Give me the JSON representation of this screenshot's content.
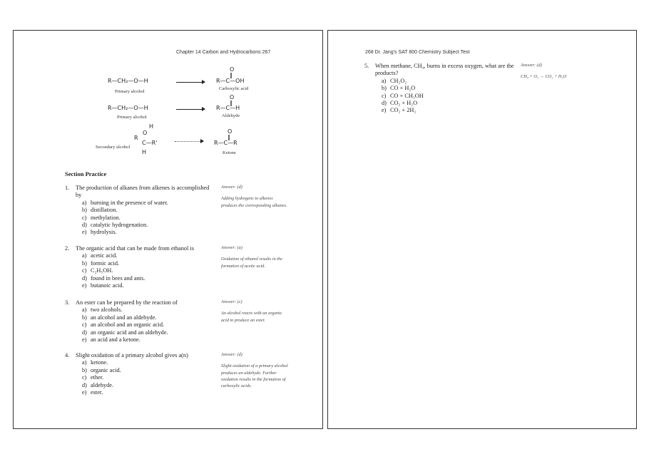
{
  "left_page": {
    "header": "Chapter 14   Carbon and Hydrocarbons          267",
    "reactions": [
      {
        "reactant": "R—CH₂—O—H",
        "reactant_label": "Primary alcohol",
        "product_top": "O",
        "product_bond": "‖",
        "product": "R—C—OH",
        "product_label": "Carboxylic acid"
      },
      {
        "reactant": "R—CH₂—O—H",
        "reactant_label": "Primary alcohol",
        "product_top": "O",
        "product_bond": "‖",
        "product": "R—C—H",
        "product_label": "Aldehyde"
      },
      {
        "reactant_top": "H",
        "reactant_o": "O",
        "reactant_r": "R",
        "reactant_core": "C—R'",
        "reactant_h": "H",
        "reactant_label": "Secondary alcohol",
        "product_top": "O",
        "product_bond": "‖",
        "product": "R—C—R",
        "product_label": "Ketone"
      }
    ],
    "section_title": "Section Practice",
    "questions": [
      {
        "num": "1.",
        "stem": "The production of alkanes from alkenes is accomplished by",
        "options": [
          {
            "l": "a)",
            "t": "burning in the presence of water."
          },
          {
            "l": "b)",
            "t": "distillation."
          },
          {
            "l": "c)",
            "t": "methylation."
          },
          {
            "l": "d)",
            "t": "catalytic hydrogenation."
          },
          {
            "l": "e)",
            "t": "hydrolysis."
          }
        ],
        "answer": "Answer: (d)",
        "explanation": "Adding hydrogens to alkenes produces the corresponding alkanes."
      },
      {
        "num": "2.",
        "stem": "The organic acid that can be made from ethanol is",
        "options": [
          {
            "l": "a)",
            "t": "acetic acid."
          },
          {
            "l": "b)",
            "t": "formic acid."
          },
          {
            "l": "c)",
            "t": "C₂H₅OH."
          },
          {
            "l": "d)",
            "t": "found in bees and ants."
          },
          {
            "l": "e)",
            "t": "butanoic acid."
          }
        ],
        "answer": "Answer: (a)",
        "explanation": "Oxidation of ethanol results in the formation of acetic acid."
      },
      {
        "num": "3.",
        "stem": "An ester can be prepared by the reaction of",
        "options": [
          {
            "l": "a)",
            "t": "two alcohols."
          },
          {
            "l": "b)",
            "t": "an alcohol and an aldehyde."
          },
          {
            "l": "c)",
            "t": "an alcohol and an organic acid."
          },
          {
            "l": "d)",
            "t": "an organic acid and an aldehyde."
          },
          {
            "l": "e)",
            "t": "an acid and a ketone."
          }
        ],
        "answer": "Answer: (c)",
        "explanation": "An alcohol reacts with an organic acid to produce an ester."
      },
      {
        "num": "4.",
        "stem": "Slight oxidation of a primary alcohol gives a(n)",
        "options": [
          {
            "l": "a)",
            "t": "ketone."
          },
          {
            "l": "b)",
            "t": "organic acid."
          },
          {
            "l": "c)",
            "t": "ether."
          },
          {
            "l": "d)",
            "t": "aldehyde."
          },
          {
            "l": "e)",
            "t": "ester."
          }
        ],
        "answer": "Answer: (d)",
        "explanation": "Slight oxidation of a primary alcohol produces an aldehyde. Further oxidation results in the formation of carboxylic acids."
      }
    ]
  },
  "right_page": {
    "header": "268      Dr. Jang's SAT 800 Chemistry Subject Test",
    "question": {
      "num": "5.",
      "stem": "When methane, CH₄, burns in excess oxygen, what are the products?",
      "options": [
        {
          "l": "a)",
          "t": "CH₂O₂"
        },
        {
          "l": "b)",
          "t": "CO + H₂O"
        },
        {
          "l": "c)",
          "t": "CO + CH₃OH"
        },
        {
          "l": "d)",
          "t": "CO₂ + H₂O"
        },
        {
          "l": "e)",
          "t": "CO₂ + 2H₂"
        }
      ],
      "answer": "Answer: (d)",
      "explanation": "CH₄ + O₂ → CO₂ + H₂O"
    }
  }
}
